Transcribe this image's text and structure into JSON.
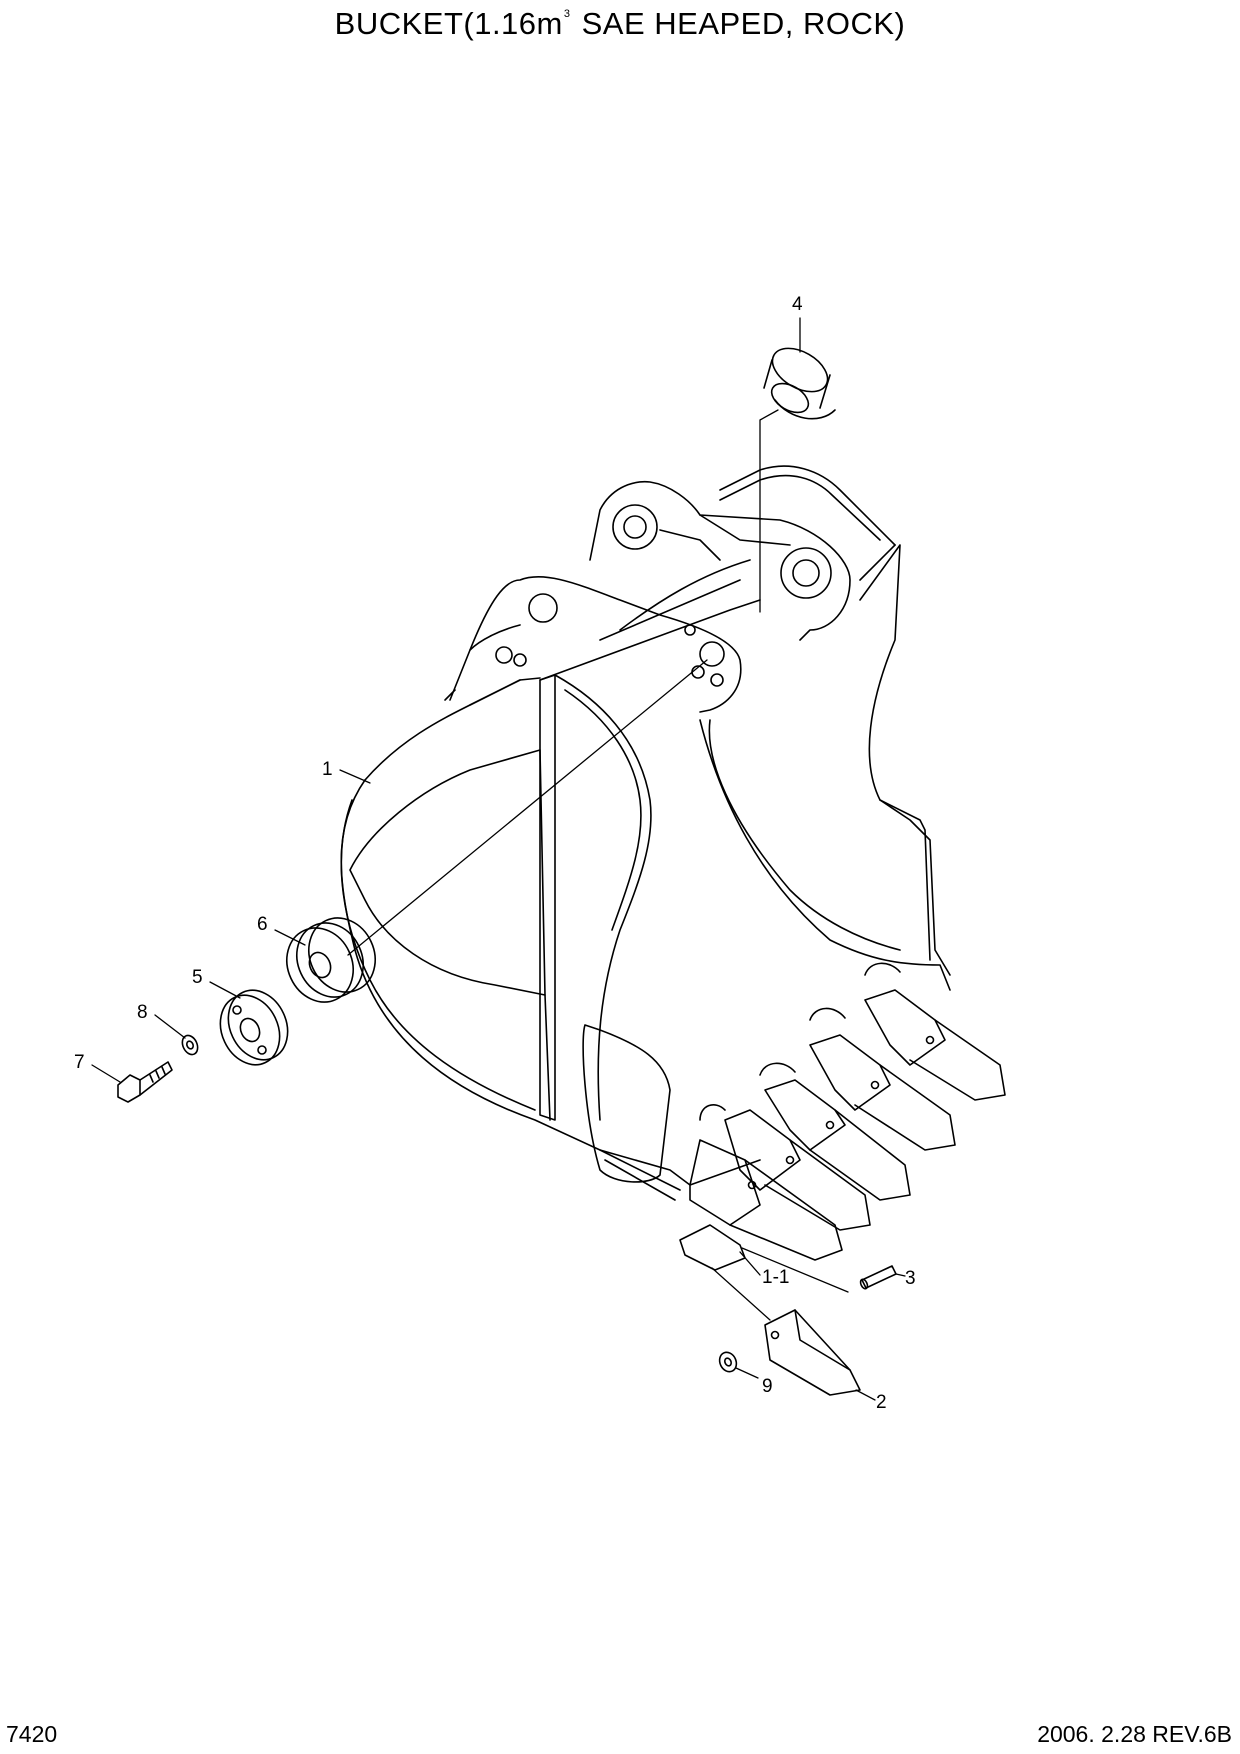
{
  "title": {
    "text_before_sup": "BUCKET(1.16m",
    "sup": "3",
    "text_after_sup": " SAE HEAPED, ROCK)"
  },
  "callouts": {
    "p1": "1",
    "p1_1": "1-1",
    "p2": "2",
    "p3": "3",
    "p4": "4",
    "p5": "5",
    "p6": "6",
    "p7": "7",
    "p8": "8",
    "p9": "9"
  },
  "footer": {
    "sheet_number": "7420",
    "date_rev": "2006. 2.28  REV.6B"
  },
  "colors": {
    "line": "#000000",
    "background": "#ffffff"
  }
}
